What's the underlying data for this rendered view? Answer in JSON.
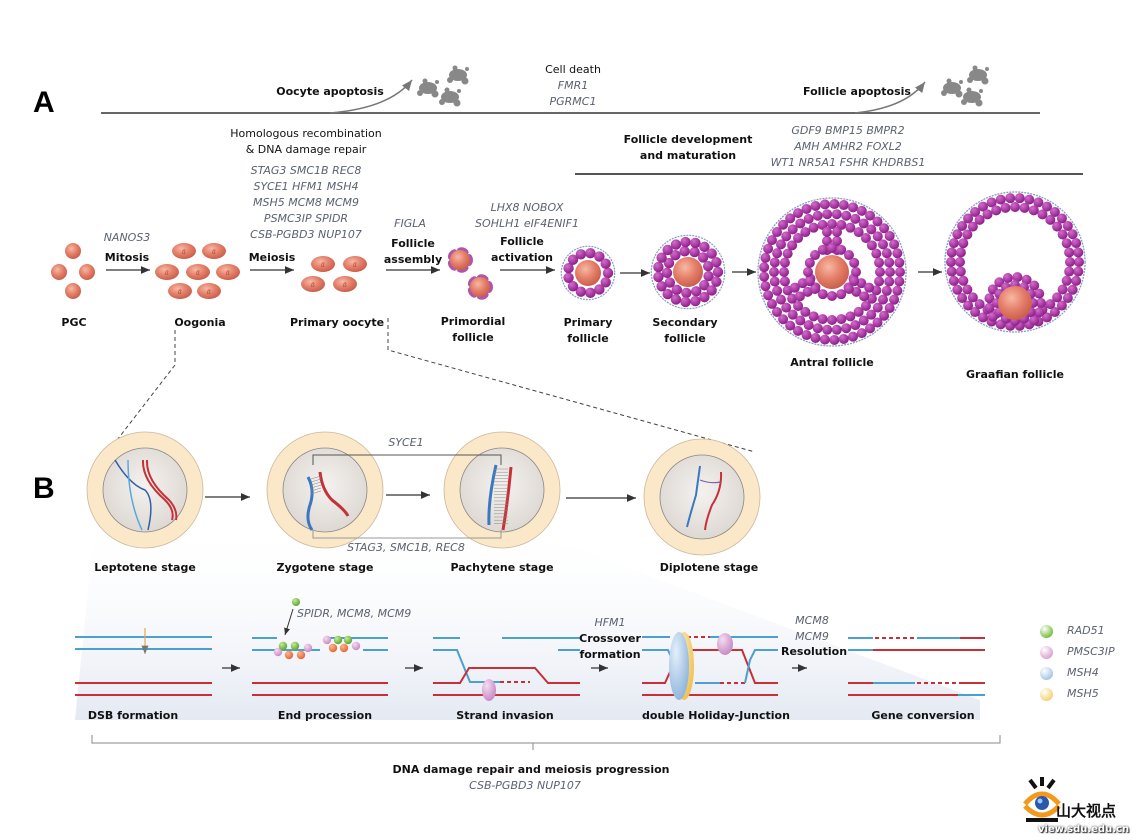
{
  "panels": {
    "a": "A",
    "b": "B"
  },
  "panel_a": {
    "apoptosis_top": {
      "oocyte_apoptosis": "Oocyte apoptosis",
      "cell_death_title": "Cell death",
      "cell_death_genes": [
        "FMR1",
        "PGRMC1"
      ],
      "follicle_apoptosis": "Follicle apoptosis"
    },
    "hr_block": {
      "title": "Homologous recombination\n& DNA damage repair",
      "genes": [
        "STAG3 SMC1B REC8",
        "SYCE1  HFM1 MSH4",
        "MSH5  MCM8 MCM9",
        "PSMC3IP SPIDR",
        "CSB-PGBD3 NUP107"
      ]
    },
    "follicle_dev": {
      "title": "Follicle development\nand maturation",
      "genes": [
        "GDF9 BMP15 BMPR2",
        "AMH AMHR2 FOXL2",
        "WT1 NR5A1 FSHR KHDRBS1"
      ]
    },
    "transitions": [
      {
        "gene": "NANOS3",
        "label": "Mitosis"
      },
      {
        "gene": "",
        "label": "Meiosis"
      },
      {
        "gene": "FIGLA",
        "label": "Follicle\nassembly"
      },
      {
        "gene": "LHX8 NOBOX\nSOHLH1 eIF4ENIF1",
        "label": "Follicle\nactivation"
      }
    ],
    "stages": [
      "PGC",
      "Oogonia",
      "Primary oocyte",
      "Primordial\nfollicle",
      "Primary\nfollicle",
      "Secondary\nfollicle",
      "Antral follicle",
      "Graafian follicle"
    ]
  },
  "panel_b": {
    "synapsis": {
      "syce1": "SYCE1",
      "cohesin": "STAG3, SMC1B, REC8",
      "stages": [
        "Leptotene stage",
        "Zygotene stage",
        "Pachytene stage",
        "Diplotene stage"
      ]
    },
    "repair": {
      "steps": [
        "DSB formation",
        "End procession",
        "Strand invasion",
        "double Holiday-Junction",
        "Gene conversion"
      ],
      "end_genes": "SPIDR, MCM8, MCM9",
      "crossover_gene": "HFM1",
      "crossover_label": "Crossover\nformation",
      "resolution_genes": "MCM8\nMCM9",
      "resolution_label": "Resolution"
    },
    "bottom_title": "DNA damage repair and meiosis progression",
    "bottom_genes": "CSB-PGBD3  NUP107"
  },
  "legend": [
    {
      "label": "RAD51",
      "color": "#7cc24a"
    },
    {
      "label": "PMSC3IP",
      "color": "#dba6d4"
    },
    {
      "label": "MSH4",
      "color": "#a9c8e8"
    },
    {
      "label": "MSH5",
      "color": "#f5d47a"
    }
  ],
  "watermark": {
    "brand": "山大视点",
    "url": "view.sdu.edu.cn"
  },
  "colors": {
    "cell": "#e0806a",
    "granulosa": "#a0309a",
    "blue_strand": "#4aa0d0",
    "red_strand": "#c83038",
    "nucleus_ring": "#fbe6c2",
    "text_gene": "#5b6270"
  }
}
